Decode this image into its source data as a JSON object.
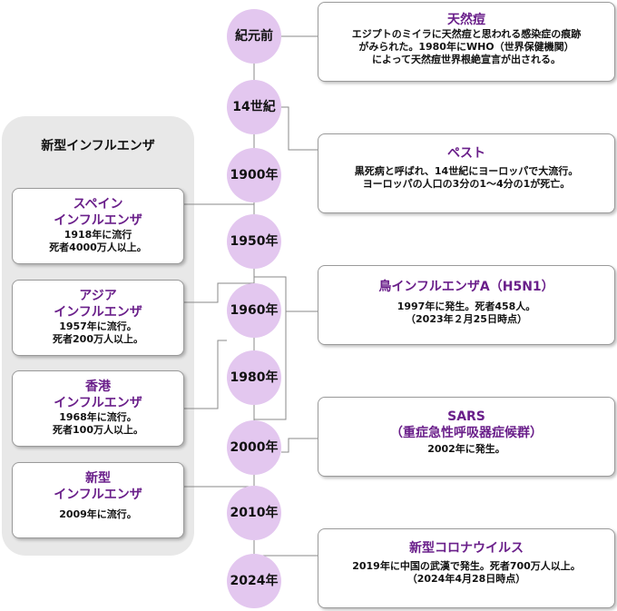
{
  "group": {
    "title": "新型インフルエンザ"
  },
  "timeline": [
    "紀元前",
    "14世紀",
    "1900年",
    "1950年",
    "1960年",
    "1980年",
    "2000年",
    "2010年",
    "2024年"
  ],
  "right_events": [
    {
      "title": "天然痘",
      "lines": [
        "エジプトのミイラに天然痘と思われる感染症の痕跡",
        "がみられた。1980年にWHO（世界保健機関）",
        "によって天然痘世界根絶宣言が出される。"
      ]
    },
    {
      "title": "ペスト",
      "lines": [
        "黒死病と呼ばれ、14世紀にヨーロッパで大流行。",
        "ヨーロッパの人口の3分の1～4分の1が死亡。"
      ]
    },
    {
      "title": "鳥インフルエンザA（H5N1）",
      "lines": [
        "1997年に発生。死者458人。",
        "（2023年２月25日時点）"
      ]
    },
    {
      "title": "SARS",
      "title2": "（重症急性呼吸器症候群）",
      "lines": [
        "2002年に発生。"
      ]
    },
    {
      "title": "新型コロナウイルス",
      "lines": [
        "2019年に中国の武漢で発生。死者700万人以上。",
        "（2024年4月28日時点）"
      ]
    }
  ],
  "left_events": [
    {
      "title": "スペイン",
      "title2": "インフルエンザ",
      "lines": [
        "1918年に流行",
        "死者4000万人以上。"
      ]
    },
    {
      "title": "アジア",
      "title2": "インフルエンザ",
      "lines": [
        "1957年に流行。",
        "死者200万人以上。"
      ]
    },
    {
      "title": "香港",
      "title2": "インフルエンザ",
      "lines": [
        "1968年に流行。",
        "死者100万人以上。"
      ]
    },
    {
      "title": "新型",
      "title2": "インフルエンザ",
      "lines": [
        "2009年に流行。"
      ]
    }
  ]
}
